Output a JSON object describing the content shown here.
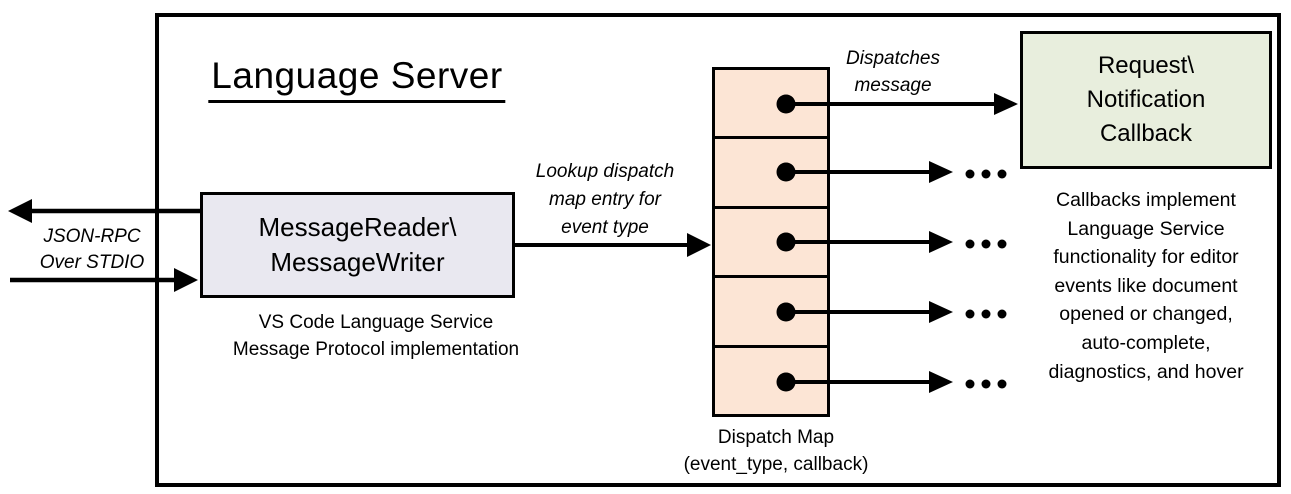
{
  "colors": {
    "outline": "#000000",
    "reader_box_fill": "#e9e8f0",
    "dispatch_map_fill": "#fce5d5",
    "callback_box_fill": "#e8eedd",
    "background": "#ffffff"
  },
  "diagram": {
    "title": "Language Server",
    "io_label": "JSON-RPC\nOver STDIO",
    "reader_box": {
      "label": "MessageReader\\\nMessageWriter",
      "caption": "VS Code Language Service\nMessage Protocol implementation"
    },
    "lookup_label": "Lookup dispatch\nmap entry for\nevent type",
    "dispatches_label": "Dispatches\nmessage",
    "dispatch_map": {
      "entries": 5,
      "caption": "Dispatch Map\n(event_type, callback)"
    },
    "callback_box": {
      "label": "Request\\\nNotification\nCallback",
      "description": "Callbacks implement\nLanguage Service\nfunctionality for editor\nevents like document\nopened or changed,\nauto-complete,\ndiagnostics, and hover"
    }
  }
}
